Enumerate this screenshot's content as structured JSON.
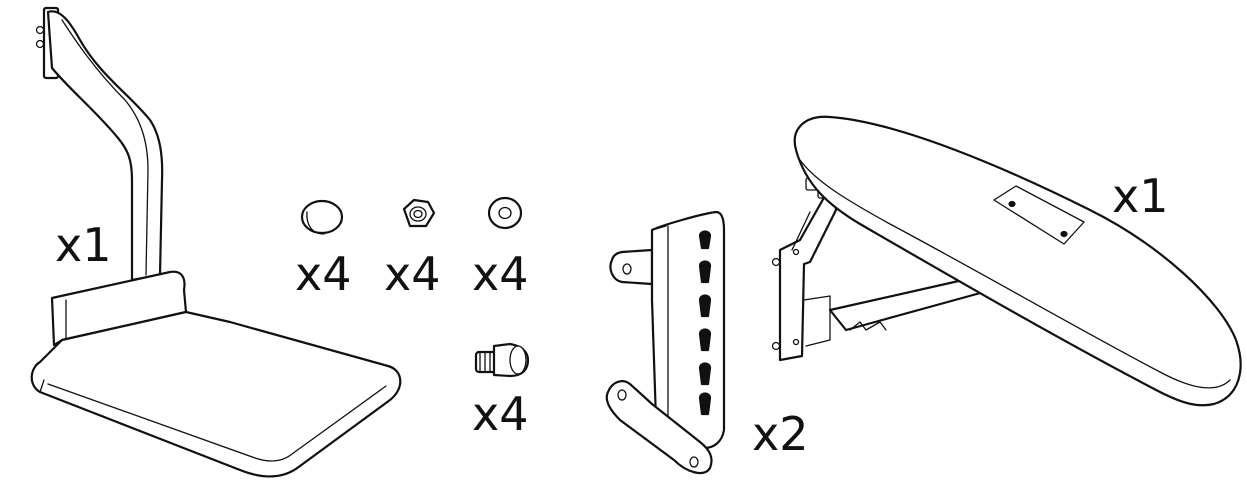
{
  "parts": {
    "footrest": {
      "quantity": "x1"
    },
    "cap": {
      "quantity": "x4"
    },
    "nut": {
      "quantity": "x4"
    },
    "washer": {
      "quantity": "x4"
    },
    "bolt": {
      "quantity": "x4"
    },
    "bracket": {
      "quantity": "x2"
    },
    "armrest": {
      "quantity": "x1"
    }
  }
}
